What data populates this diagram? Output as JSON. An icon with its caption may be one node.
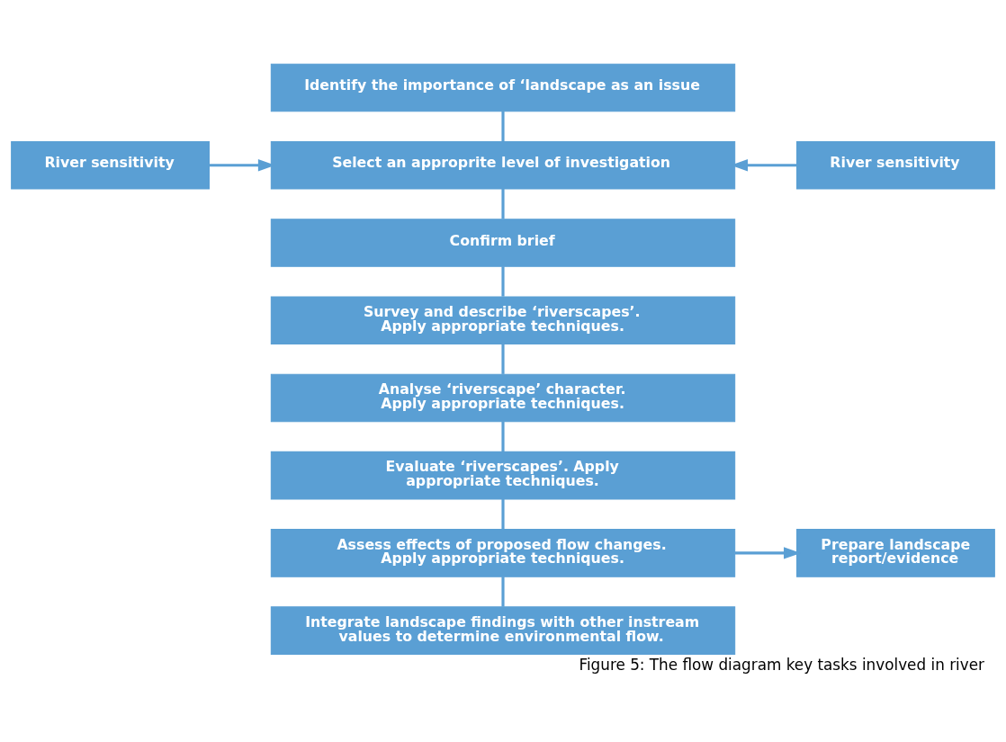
{
  "diagram": {
    "caption": "Figure 5: The flow diagram key tasks involved in river",
    "nodes": [
      {
        "text": [
          "Identify the importance of ‘landscape as an issue"
        ]
      },
      {
        "text": [
          "River sensitivity"
        ]
      },
      {
        "text": [
          "Select an approprite level of investigation"
        ]
      },
      {
        "text": [
          "River sensitivity"
        ]
      },
      {
        "text": [
          "Confirm brief"
        ]
      },
      {
        "text": [
          "Survey and describe ‘riverscapes’. Apply appropriate techniques."
        ]
      },
      {
        "text": [
          "Analyse ‘riverscape’ character. Apply appropriate techniques."
        ]
      },
      {
        "text": [
          "Evaluate ‘riverscapes’. Apply appropriate techniques."
        ]
      },
      {
        "text": [
          "Assess effects of proposed flow changes. Apply appropriate techniques."
        ]
      },
      {
        "text": [
          "Prepare landscape report/evidence"
        ]
      },
      {
        "text": [
          "Integrate landscape findings with other instream values to determine environmental flow."
        ]
      }
    ],
    "edges": [
      {
        "from": 0,
        "to": 2,
        "arrow": "none"
      },
      {
        "from": 1,
        "to": 2,
        "arrow": "to"
      },
      {
        "from": 3,
        "to": 2,
        "arrow": "to"
      },
      {
        "from": 2,
        "to": 4,
        "arrow": "none"
      },
      {
        "from": 4,
        "to": 5,
        "arrow": "none"
      },
      {
        "from": 5,
        "to": 6,
        "arrow": "none"
      },
      {
        "from": 6,
        "to": 7,
        "arrow": "none"
      },
      {
        "from": 7,
        "to": 8,
        "arrow": "none"
      },
      {
        "from": 8,
        "to": 9,
        "arrow": "to"
      },
      {
        "from": 8,
        "to": 10,
        "arrow": "none"
      }
    ]
  }
}
